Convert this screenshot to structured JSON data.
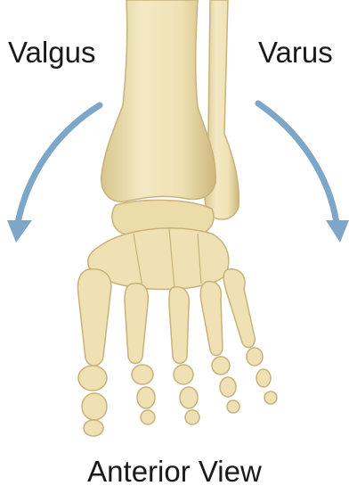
{
  "labels": {
    "valgus": "Valgus",
    "varus": "Varus",
    "view": "Anterior View"
  },
  "colors": {
    "arrow": "#7ea6c9",
    "bone_fill": "#efe1b3",
    "bone_shade": "#d9c58c",
    "bone_outline": "#c9b27a",
    "text": "#1a1a1a"
  },
  "icons": {
    "left_arrow": "curved-arrow-down-left-icon",
    "right_arrow": "curved-arrow-down-right-icon"
  }
}
